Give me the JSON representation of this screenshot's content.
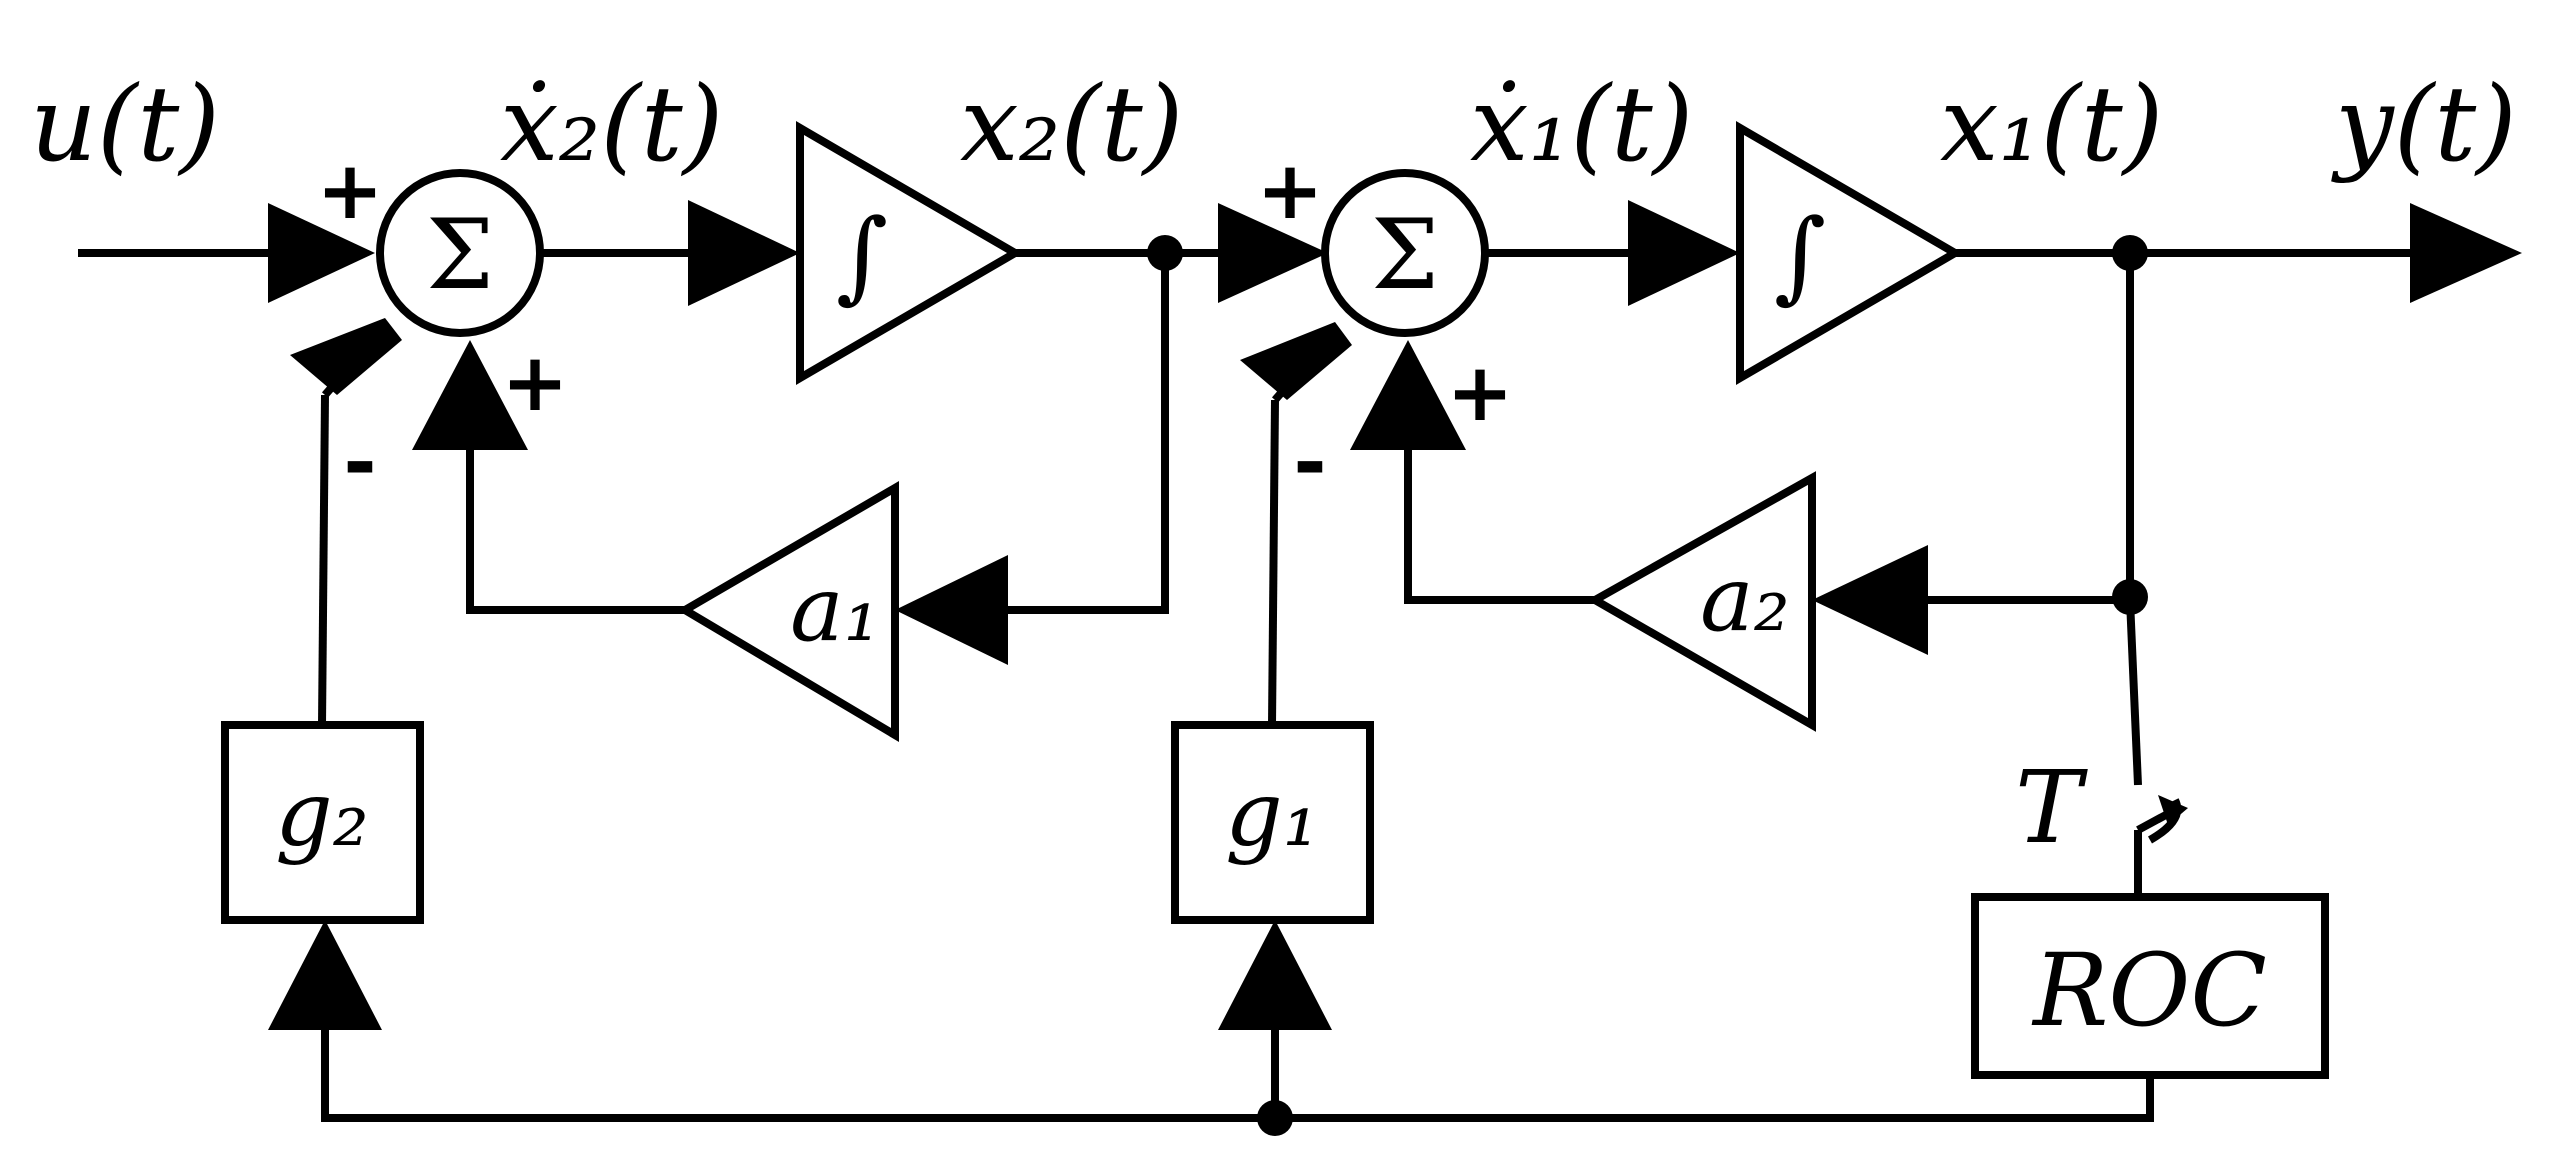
{
  "signals": {
    "u": "u(t)",
    "x2dot": "ẋ₂(t)",
    "x2": "x₂(t)",
    "x1dot": "ẋ₁(t)",
    "x1": "x₁(t)",
    "y": "y(t)"
  },
  "blocks": {
    "sum1": "Σ",
    "sum2": "Σ",
    "int1": "∫",
    "int2": "∫",
    "a1": "a₁",
    "a2": "a₂",
    "g2": "g₂",
    "g1": "g₁",
    "roc": "ROC"
  },
  "signs": {
    "s1_top": "+",
    "s1_bottom": "+",
    "s1_left": "-",
    "s2_top": "+",
    "s2_bottom": "+",
    "s2_left": "-"
  },
  "switch_label": "T"
}
